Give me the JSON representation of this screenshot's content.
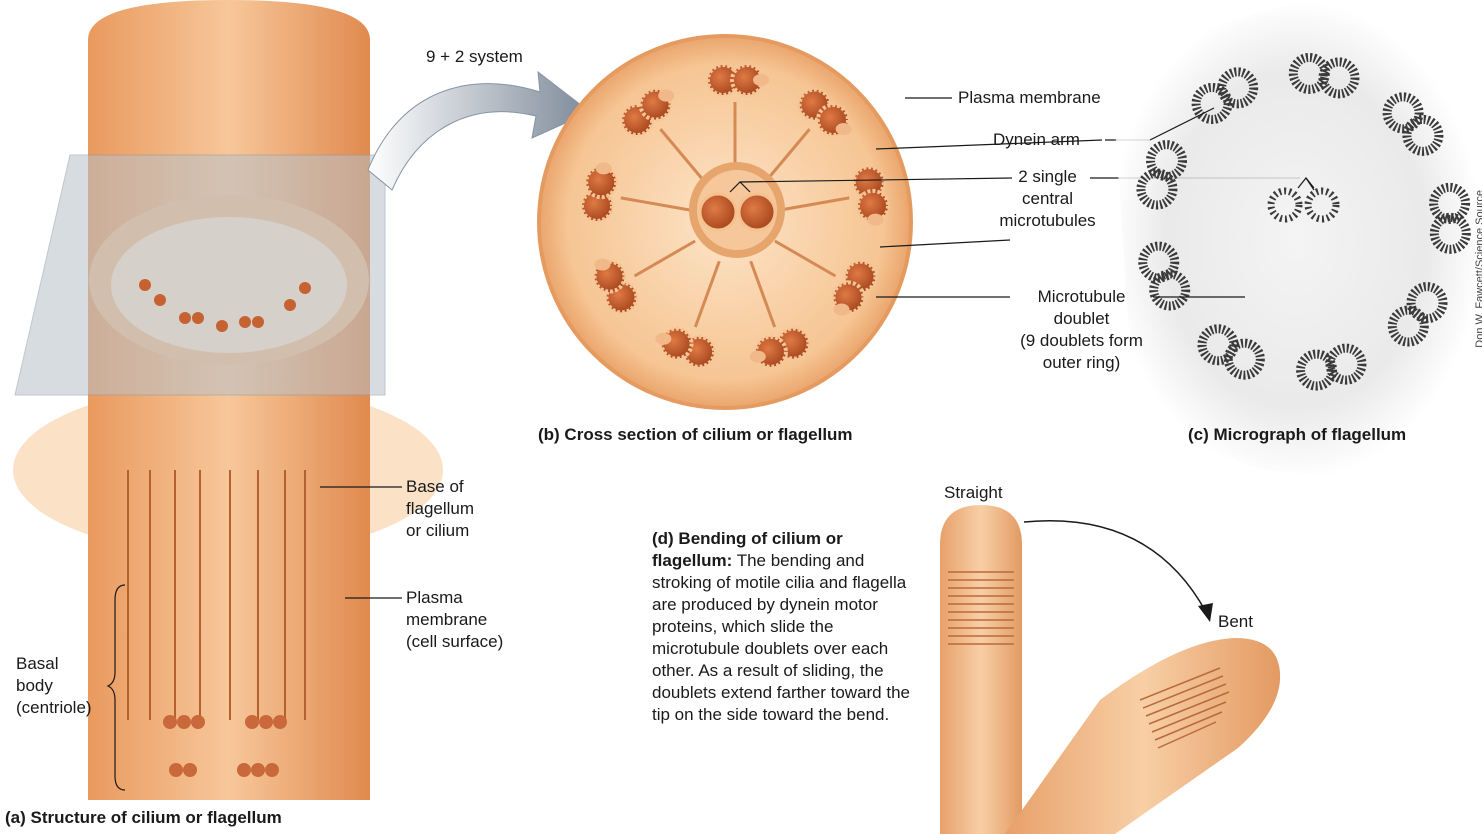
{
  "arrow_label": "9 + 2 system",
  "labels": {
    "plasma_membrane_b": "Plasma membrane",
    "dynein_arm": "Dynein arm",
    "central_microtubules": "2 single\ncentral\nmicrotubules",
    "microtubule_doublet": "Microtubule doublet\n(9 doublets form\nouter ring)",
    "base": "Base of\nflagellum\nor cilium",
    "plasma_membrane_a": "Plasma\nmembrane\n(cell surface)",
    "basal_body": "Basal\nbody\n(centriole)",
    "straight": "Straight",
    "bent": "Bent"
  },
  "captions": {
    "a": "(a)  Structure of cilium or flagellum",
    "b": "(b)  Cross section of cilium or flagellum",
    "c": "(c)  Micrograph of flagellum",
    "d_title": "(d)  Bending of cilium or flagellum:",
    "d_text": " The bending and stroking of motile cilia and flagella are produced by dynein motor proteins, which slide the microtubule doublets over each other. As a result of sliding, the doublets extend farther toward the tip on the side toward the bend."
  },
  "credit": "Don W. Fawcett/Science Source",
  "colors": {
    "flagellum": "#f2b07c",
    "flagellum_dark": "#c8733c",
    "cross_section_bg": "#f9d7b0",
    "tubule": "#c8643a",
    "micrograph": "#3a3a3a"
  }
}
